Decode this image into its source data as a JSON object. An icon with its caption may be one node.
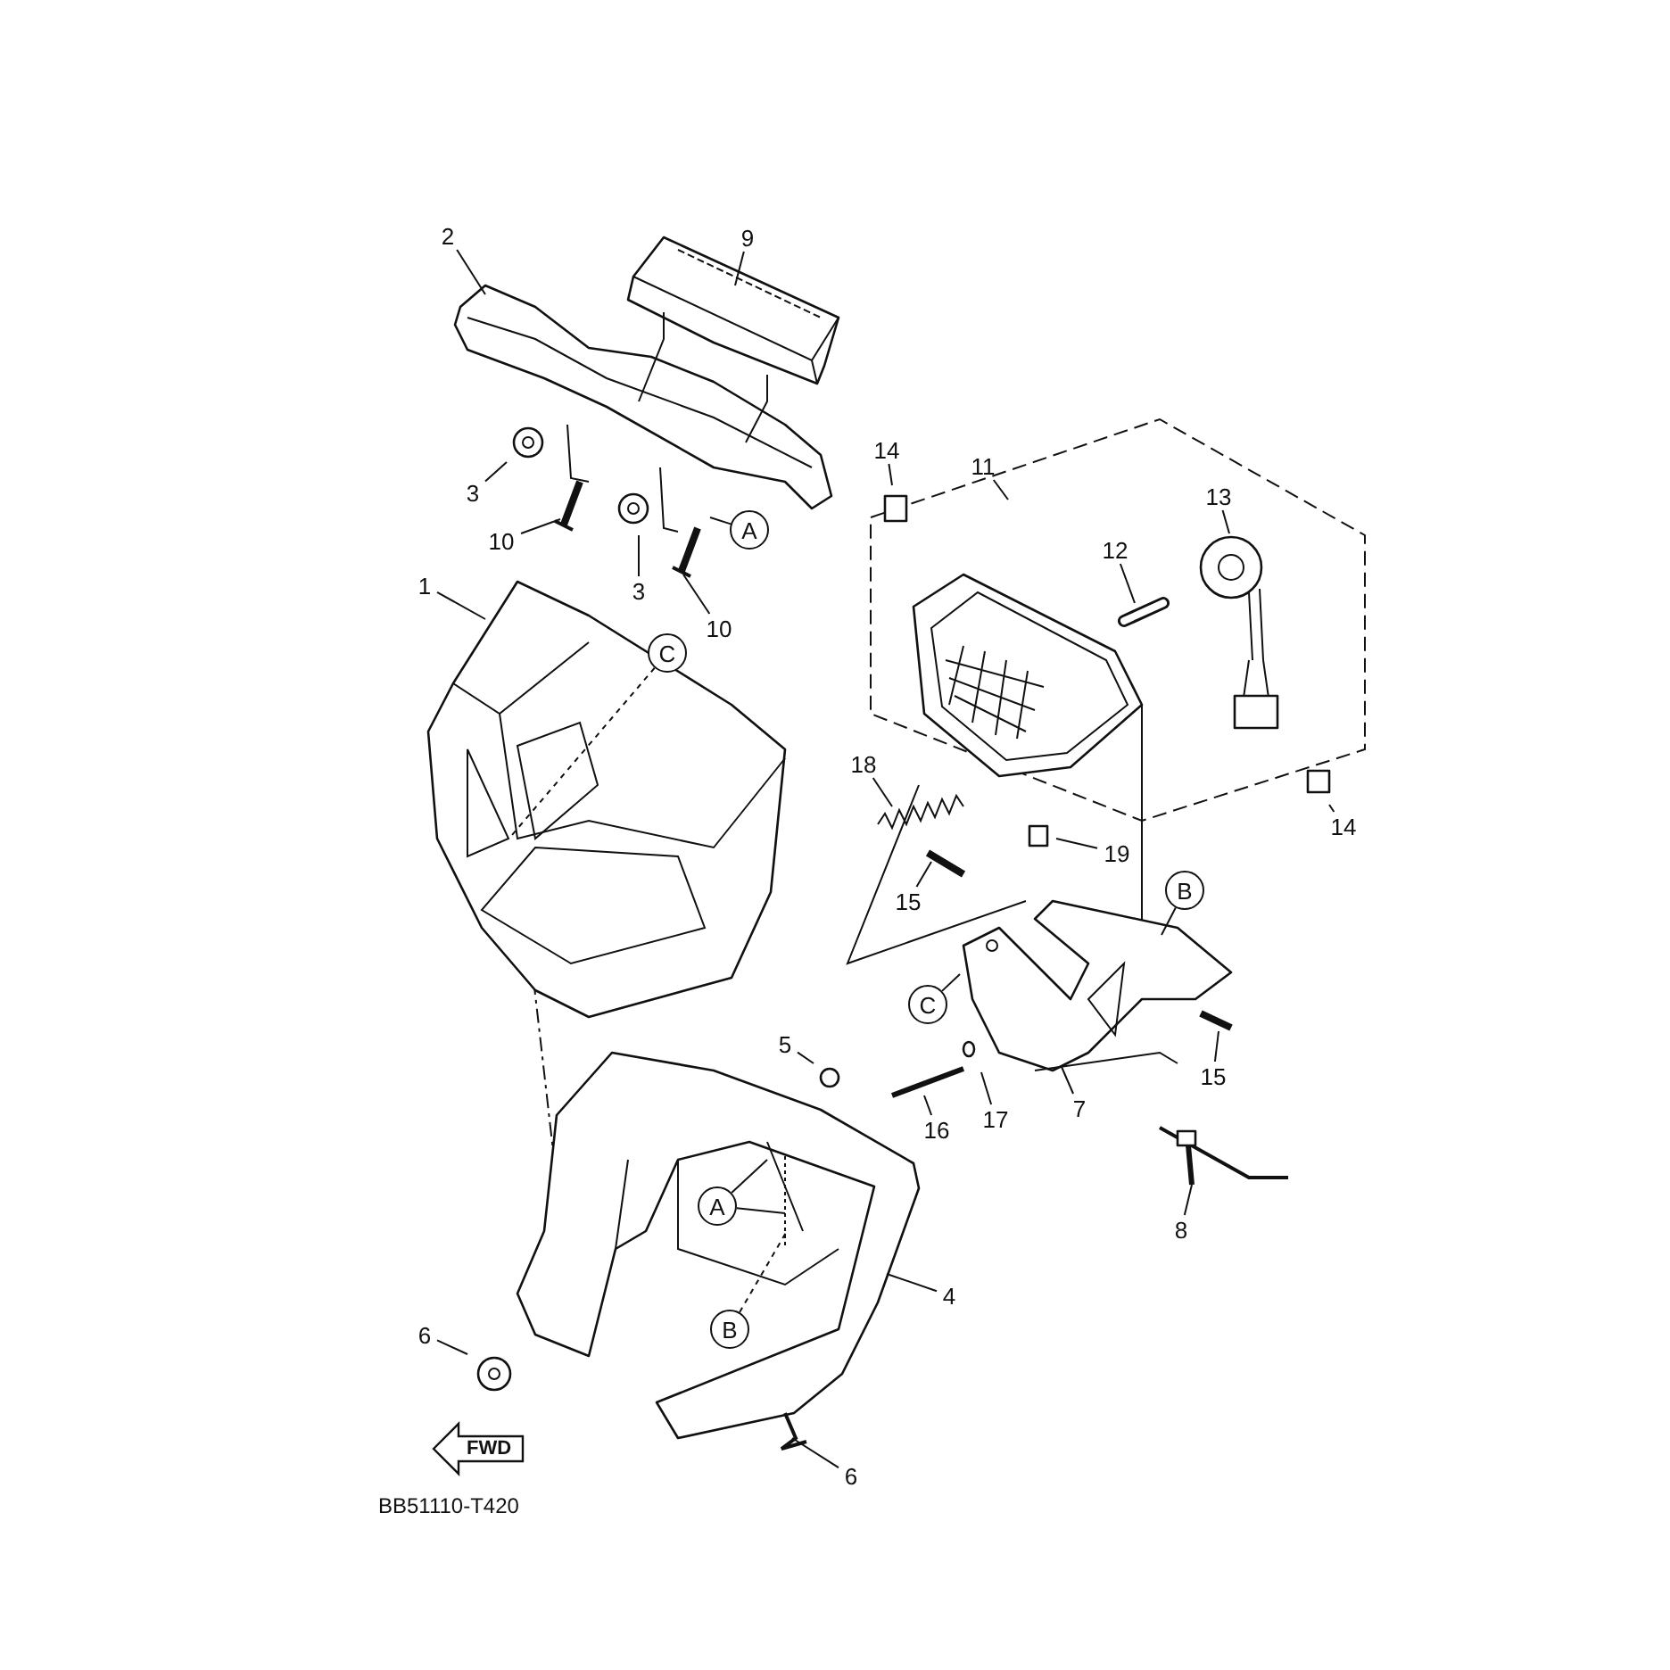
{
  "diagram": {
    "nodes": [
      {
        "text": [
          "9"
        ]
      },
      {
        "text": [
          "2"
        ]
      },
      {
        "text": [
          "3"
        ]
      },
      {
        "text": [
          "10"
        ]
      },
      {
        "text": [
          "3"
        ]
      },
      {
        "text": [
          "10"
        ]
      },
      {
        "text": [
          "1"
        ]
      },
      {
        "text": [
          "14"
        ]
      },
      {
        "text": [
          "11"
        ]
      },
      {
        "text": [
          "13"
        ]
      },
      {
        "text": [
          "12"
        ]
      },
      {
        "text": [
          "18"
        ]
      },
      {
        "text": [
          "14"
        ]
      },
      {
        "text": [
          "19"
        ]
      },
      {
        "text": [
          "15"
        ]
      },
      {
        "text": [
          "15"
        ]
      },
      {
        "text": [
          "16"
        ]
      },
      {
        "text": [
          "17"
        ]
      },
      {
        "text": [
          "7"
        ]
      },
      {
        "text": [
          "8"
        ]
      },
      {
        "text": [
          "5"
        ]
      },
      {
        "text": [
          "4"
        ]
      },
      {
        "text": [
          "6"
        ]
      },
      {
        "text": [
          "6"
        ]
      },
      {
        "text": [
          "A"
        ]
      },
      {
        "text": [
          "C"
        ]
      },
      {
        "text": [
          "B"
        ]
      },
      {
        "text": [
          "A"
        ]
      },
      {
        "text": [
          "B"
        ]
      },
      {
        "text": [
          "C"
        ]
      },
      {
        "text": [
          "FWD"
        ]
      }
    ],
    "edges": [
      {
        "from": 0,
        "to": null,
        "arrow": "none"
      },
      {
        "from": 1,
        "to": null,
        "arrow": "none"
      },
      {
        "from": 2,
        "to": null,
        "arrow": "none"
      },
      {
        "from": 3,
        "to": null,
        "arrow": "none"
      },
      {
        "from": 4,
        "to": null,
        "arrow": "none"
      },
      {
        "from": 5,
        "to": null,
        "arrow": "none"
      },
      {
        "from": 6,
        "to": null,
        "arrow": "none"
      },
      {
        "from": 7,
        "to": null,
        "arrow": "none"
      },
      {
        "from": 8,
        "to": null,
        "arrow": "none"
      },
      {
        "from": 9,
        "to": null,
        "arrow": "none"
      },
      {
        "from": 10,
        "to": null,
        "arrow": "none"
      },
      {
        "from": 11,
        "to": null,
        "arrow": "none"
      },
      {
        "from": 12,
        "to": null,
        "arrow": "none"
      },
      {
        "from": 13,
        "to": null,
        "arrow": "none"
      },
      {
        "from": 14,
        "to": null,
        "arrow": "none"
      },
      {
        "from": 15,
        "to": null,
        "arrow": "none"
      },
      {
        "from": 16,
        "to": null,
        "arrow": "none"
      },
      {
        "from": 17,
        "to": null,
        "arrow": "none"
      },
      {
        "from": 18,
        "to": null,
        "arrow": "none"
      },
      {
        "from": 19,
        "to": null,
        "arrow": "none"
      },
      {
        "from": 20,
        "to": null,
        "arrow": "none"
      },
      {
        "from": 21,
        "to": null,
        "arrow": "none"
      },
      {
        "from": 22,
        "to": null,
        "arrow": "none"
      },
      {
        "from": 23,
        "to": null,
        "arrow": "none"
      },
      {
        "from": 24,
        "to": null,
        "arrow": "none"
      },
      {
        "from": 25,
        "to": null,
        "arrow": "none",
        "style": "dashed"
      },
      {
        "from": 26,
        "to": null,
        "arrow": "none"
      },
      {
        "from": 27,
        "to": null,
        "arrow": "none"
      },
      {
        "from": 27,
        "to": null,
        "arrow": "none"
      },
      {
        "from": 28,
        "to": null,
        "arrow": "none",
        "style": "dashed"
      },
      {
        "from": 29,
        "to": null,
        "arrow": "none"
      }
    ],
    "labels": [
      "BB51110-T420"
    ]
  }
}
